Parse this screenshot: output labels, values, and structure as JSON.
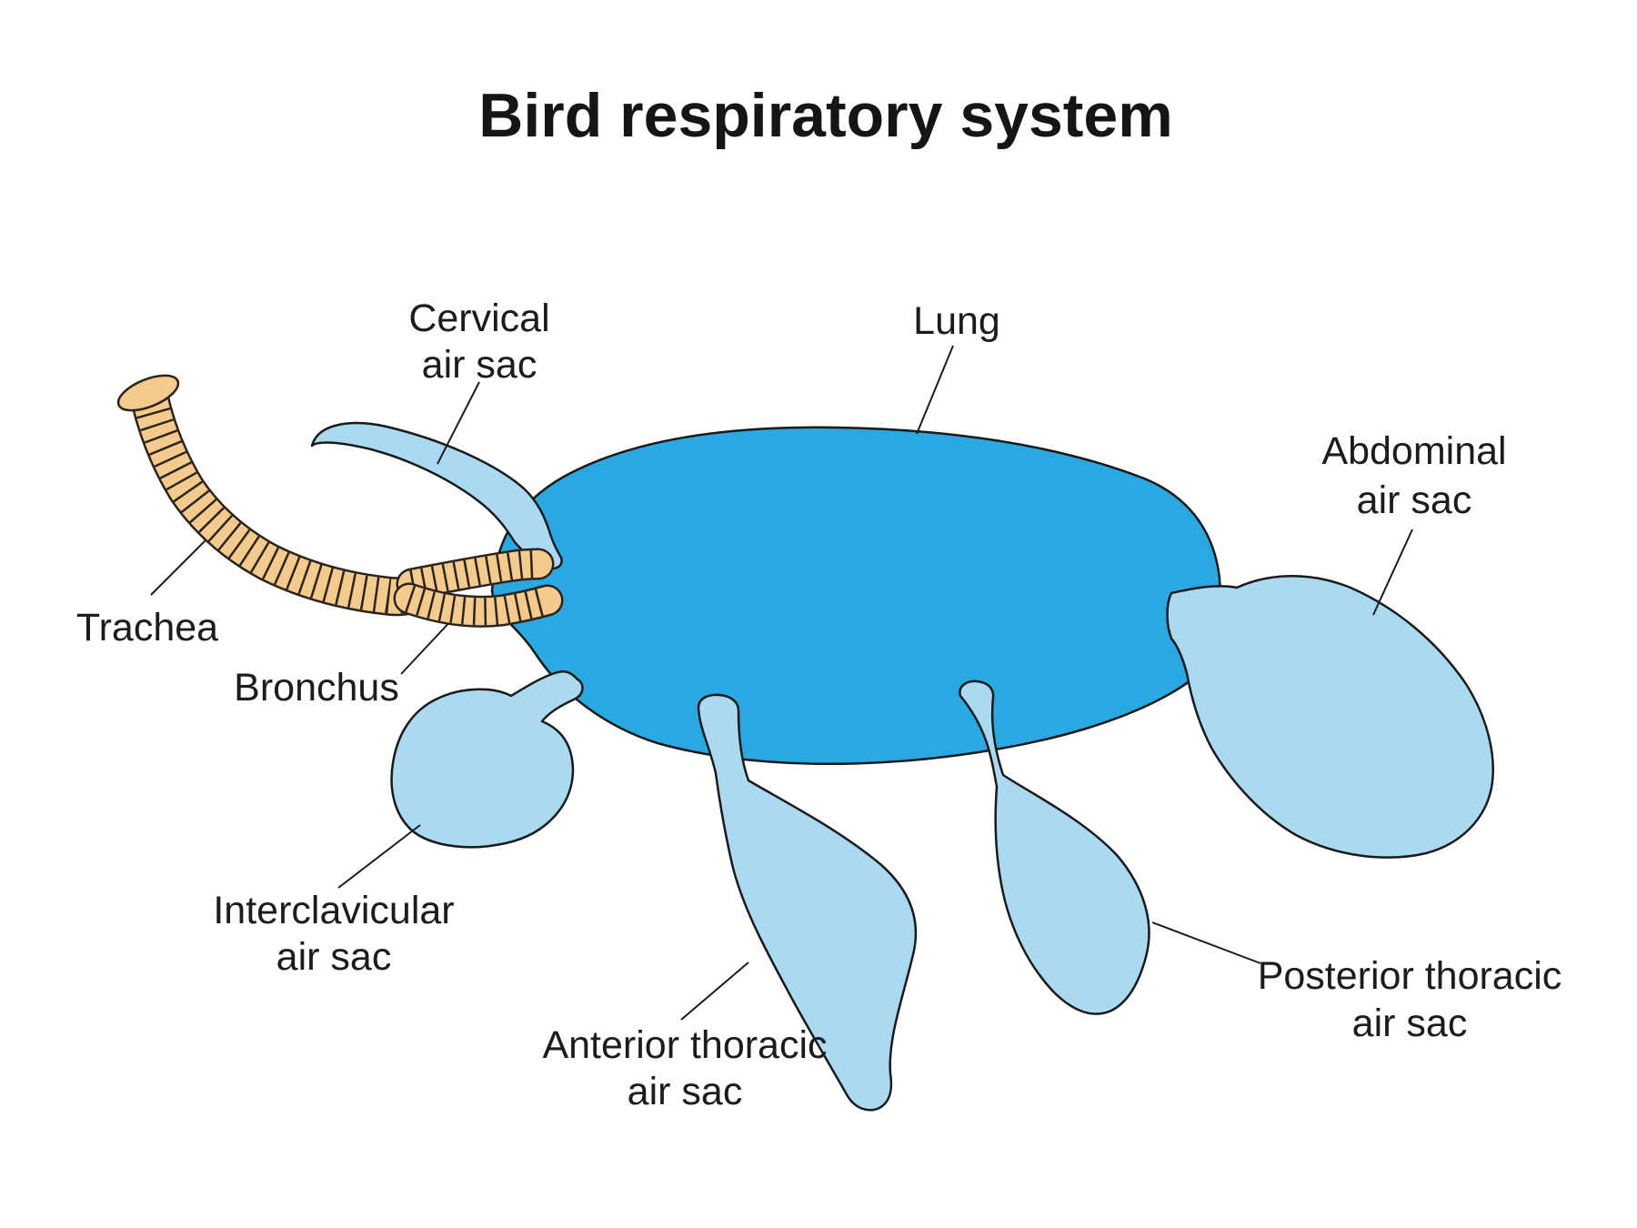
{
  "title": "Bird respiratory system",
  "labels": {
    "cervical": {
      "line1": "Cervical",
      "line2": "air sac"
    },
    "lung": {
      "line1": "Lung"
    },
    "abdominal": {
      "line1": "Abdominal",
      "line2": "air sac"
    },
    "trachea": {
      "line1": "Trachea"
    },
    "bronchus": {
      "line1": "Bronchus"
    },
    "interclavicular": {
      "line1": "Interclavicular",
      "line2": "air sac"
    },
    "anterior_thoracic": {
      "line1": "Anterior thoracic",
      "line2": "air sac"
    },
    "posterior_thoracic": {
      "line1": "Posterior thoracic",
      "line2": "air sac"
    }
  },
  "colors": {
    "lung": "#29A9E1",
    "air_sac": "#A9DAF2",
    "trachea": "#F5CB8D",
    "outline": "#1a1a1a",
    "trachea_outline": "#2a241c",
    "text": "#1c1c1c",
    "background": "#ffffff"
  }
}
